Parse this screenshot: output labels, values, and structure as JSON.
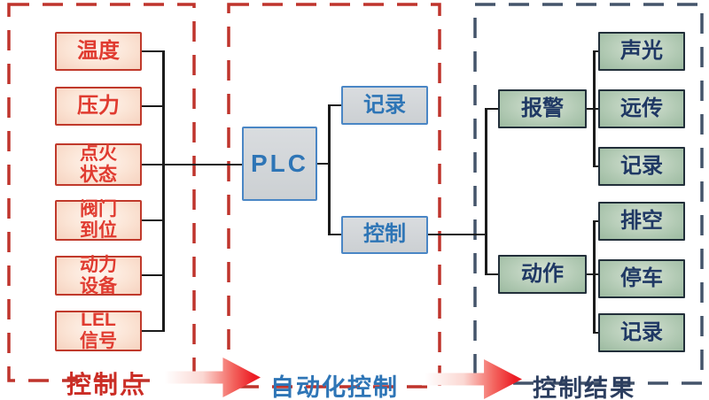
{
  "diagram_title": "PLC automation control flow",
  "colors": {
    "red_dash_border": "#bf342c",
    "navy_dash_border": "#44546a",
    "red_box_border": "#c0392b",
    "red_box_text": "#e03b30",
    "blue_box_border": "#4a86c5",
    "blue_box_text": "#2e75b6",
    "green_box_border": "#222f3a",
    "green_box_text": "#1f3864",
    "connector_line": "#1b1b1b",
    "arrow_red": "#ec1c24",
    "label_red": "#cb2d25",
    "label_blue": "#2e75b6",
    "label_navy": "#2c3e5f"
  },
  "left_panel": {
    "title": "控制点",
    "items": [
      {
        "label": "温度"
      },
      {
        "label": "压力"
      },
      {
        "label": "点火\n状态"
      },
      {
        "label": "阀门\n到位"
      },
      {
        "label": "动力\n设备"
      },
      {
        "label": "LEL\n信号"
      }
    ]
  },
  "middle_panel": {
    "title": "自动化控制",
    "plc": "PLC",
    "outputs": [
      {
        "label": "记录"
      },
      {
        "label": "控制"
      }
    ]
  },
  "right_panel": {
    "title": "控制结果",
    "groups": [
      {
        "label": "报警",
        "children": [
          {
            "label": "声光"
          },
          {
            "label": "远传"
          },
          {
            "label": "记录"
          }
        ]
      },
      {
        "label": "动作",
        "children": [
          {
            "label": "排空"
          },
          {
            "label": "停车"
          },
          {
            "label": "记录"
          }
        ]
      }
    ]
  }
}
